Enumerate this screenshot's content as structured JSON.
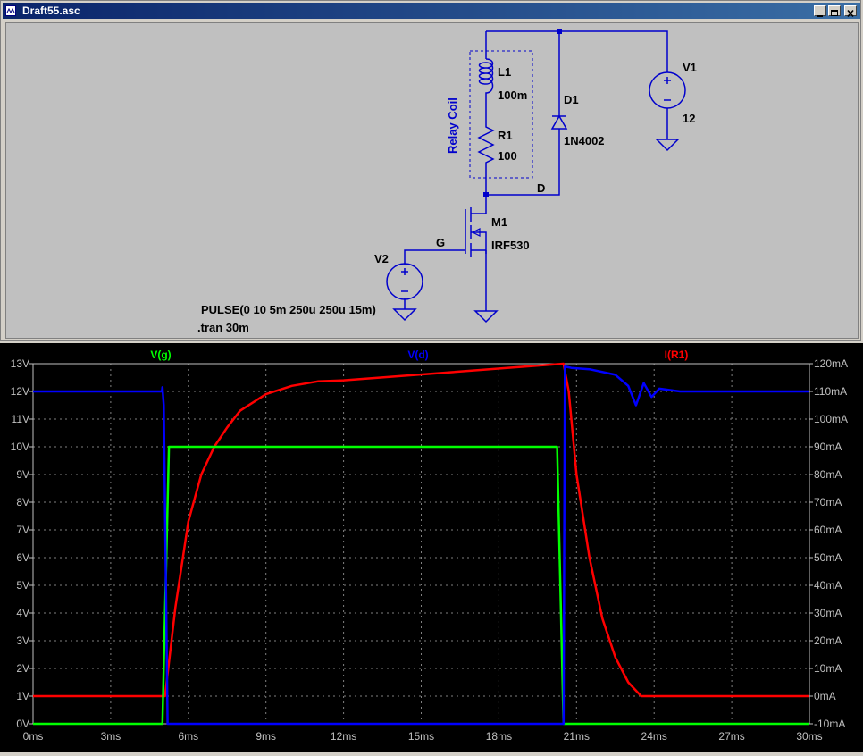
{
  "window": {
    "title": "Draft55.asc",
    "buttons": {
      "minimize": "minimize-icon",
      "maximize": "maximize-icon",
      "close": "close-icon"
    }
  },
  "schematic": {
    "group_label": "Relay Coil",
    "inductor": {
      "name": "L1",
      "value": "100m"
    },
    "resistor": {
      "name": "R1",
      "value": "100"
    },
    "diode": {
      "name": "D1",
      "value": "1N4002"
    },
    "source_v1": {
      "name": "V1",
      "value": "12"
    },
    "source_v2": {
      "name": "V2"
    },
    "mosfet": {
      "name": "M1",
      "value": "IRF530"
    },
    "net_d": "D",
    "net_g": "G",
    "directive_pulse": "PULSE(0 10 5m 250u 250u 15m)",
    "directive_tran": ".tran 30m"
  },
  "chart_data": {
    "type": "line",
    "x_unit": "ms",
    "xlim": [
      0,
      30
    ],
    "x_ticks": [
      "0ms",
      "3ms",
      "6ms",
      "9ms",
      "12ms",
      "15ms",
      "18ms",
      "21ms",
      "24ms",
      "27ms",
      "30ms"
    ],
    "ylim_left": [
      0,
      13
    ],
    "y_ticks_left": [
      "0V",
      "1V",
      "2V",
      "3V",
      "4V",
      "5V",
      "6V",
      "7V",
      "8V",
      "9V",
      "10V",
      "11V",
      "12V",
      "13V"
    ],
    "ylim_right": [
      -10,
      120
    ],
    "y_ticks_right": [
      "-10mA",
      "0mA",
      "10mA",
      "20mA",
      "30mA",
      "40mA",
      "50mA",
      "60mA",
      "70mA",
      "80mA",
      "90mA",
      "100mA",
      "110mA",
      "120mA"
    ],
    "grid": true,
    "colors": {
      "background": "#000000",
      "grid": "#808080",
      "axis_text": "#c0c0c0"
    },
    "series": [
      {
        "name": "V(g)",
        "axis": "left",
        "color": "#00ff00",
        "x": [
          0,
          5.0,
          5.25,
          20.25,
          20.5,
          30
        ],
        "y": [
          0,
          0,
          10,
          10,
          0,
          0
        ]
      },
      {
        "name": "V(d)",
        "axis": "left",
        "color": "#0000ff",
        "x": [
          0,
          4.98,
          5.0,
          5.05,
          5.2,
          20.5,
          20.55,
          20.8,
          21.5,
          22.5,
          23.0,
          23.3,
          23.6,
          23.9,
          24.2,
          25,
          30
        ],
        "y": [
          12,
          12,
          12.15,
          11.5,
          0,
          0,
          12.9,
          12.85,
          12.8,
          12.6,
          12.2,
          11.5,
          12.3,
          11.8,
          12.1,
          12,
          12
        ]
      },
      {
        "name": "I(R1)",
        "axis": "right",
        "color": "#ff0000",
        "x": [
          0,
          5.1,
          5.5,
          6,
          6.5,
          7,
          7.5,
          8,
          9,
          10,
          11,
          12,
          20.5,
          20.7,
          21,
          21.5,
          22,
          22.5,
          23,
          23.5,
          30
        ],
        "y": [
          0,
          0,
          32,
          63,
          80,
          90,
          97,
          103,
          109,
          112,
          113.6,
          114,
          120,
          110,
          80,
          50,
          28,
          14,
          5,
          0,
          0
        ]
      }
    ]
  }
}
